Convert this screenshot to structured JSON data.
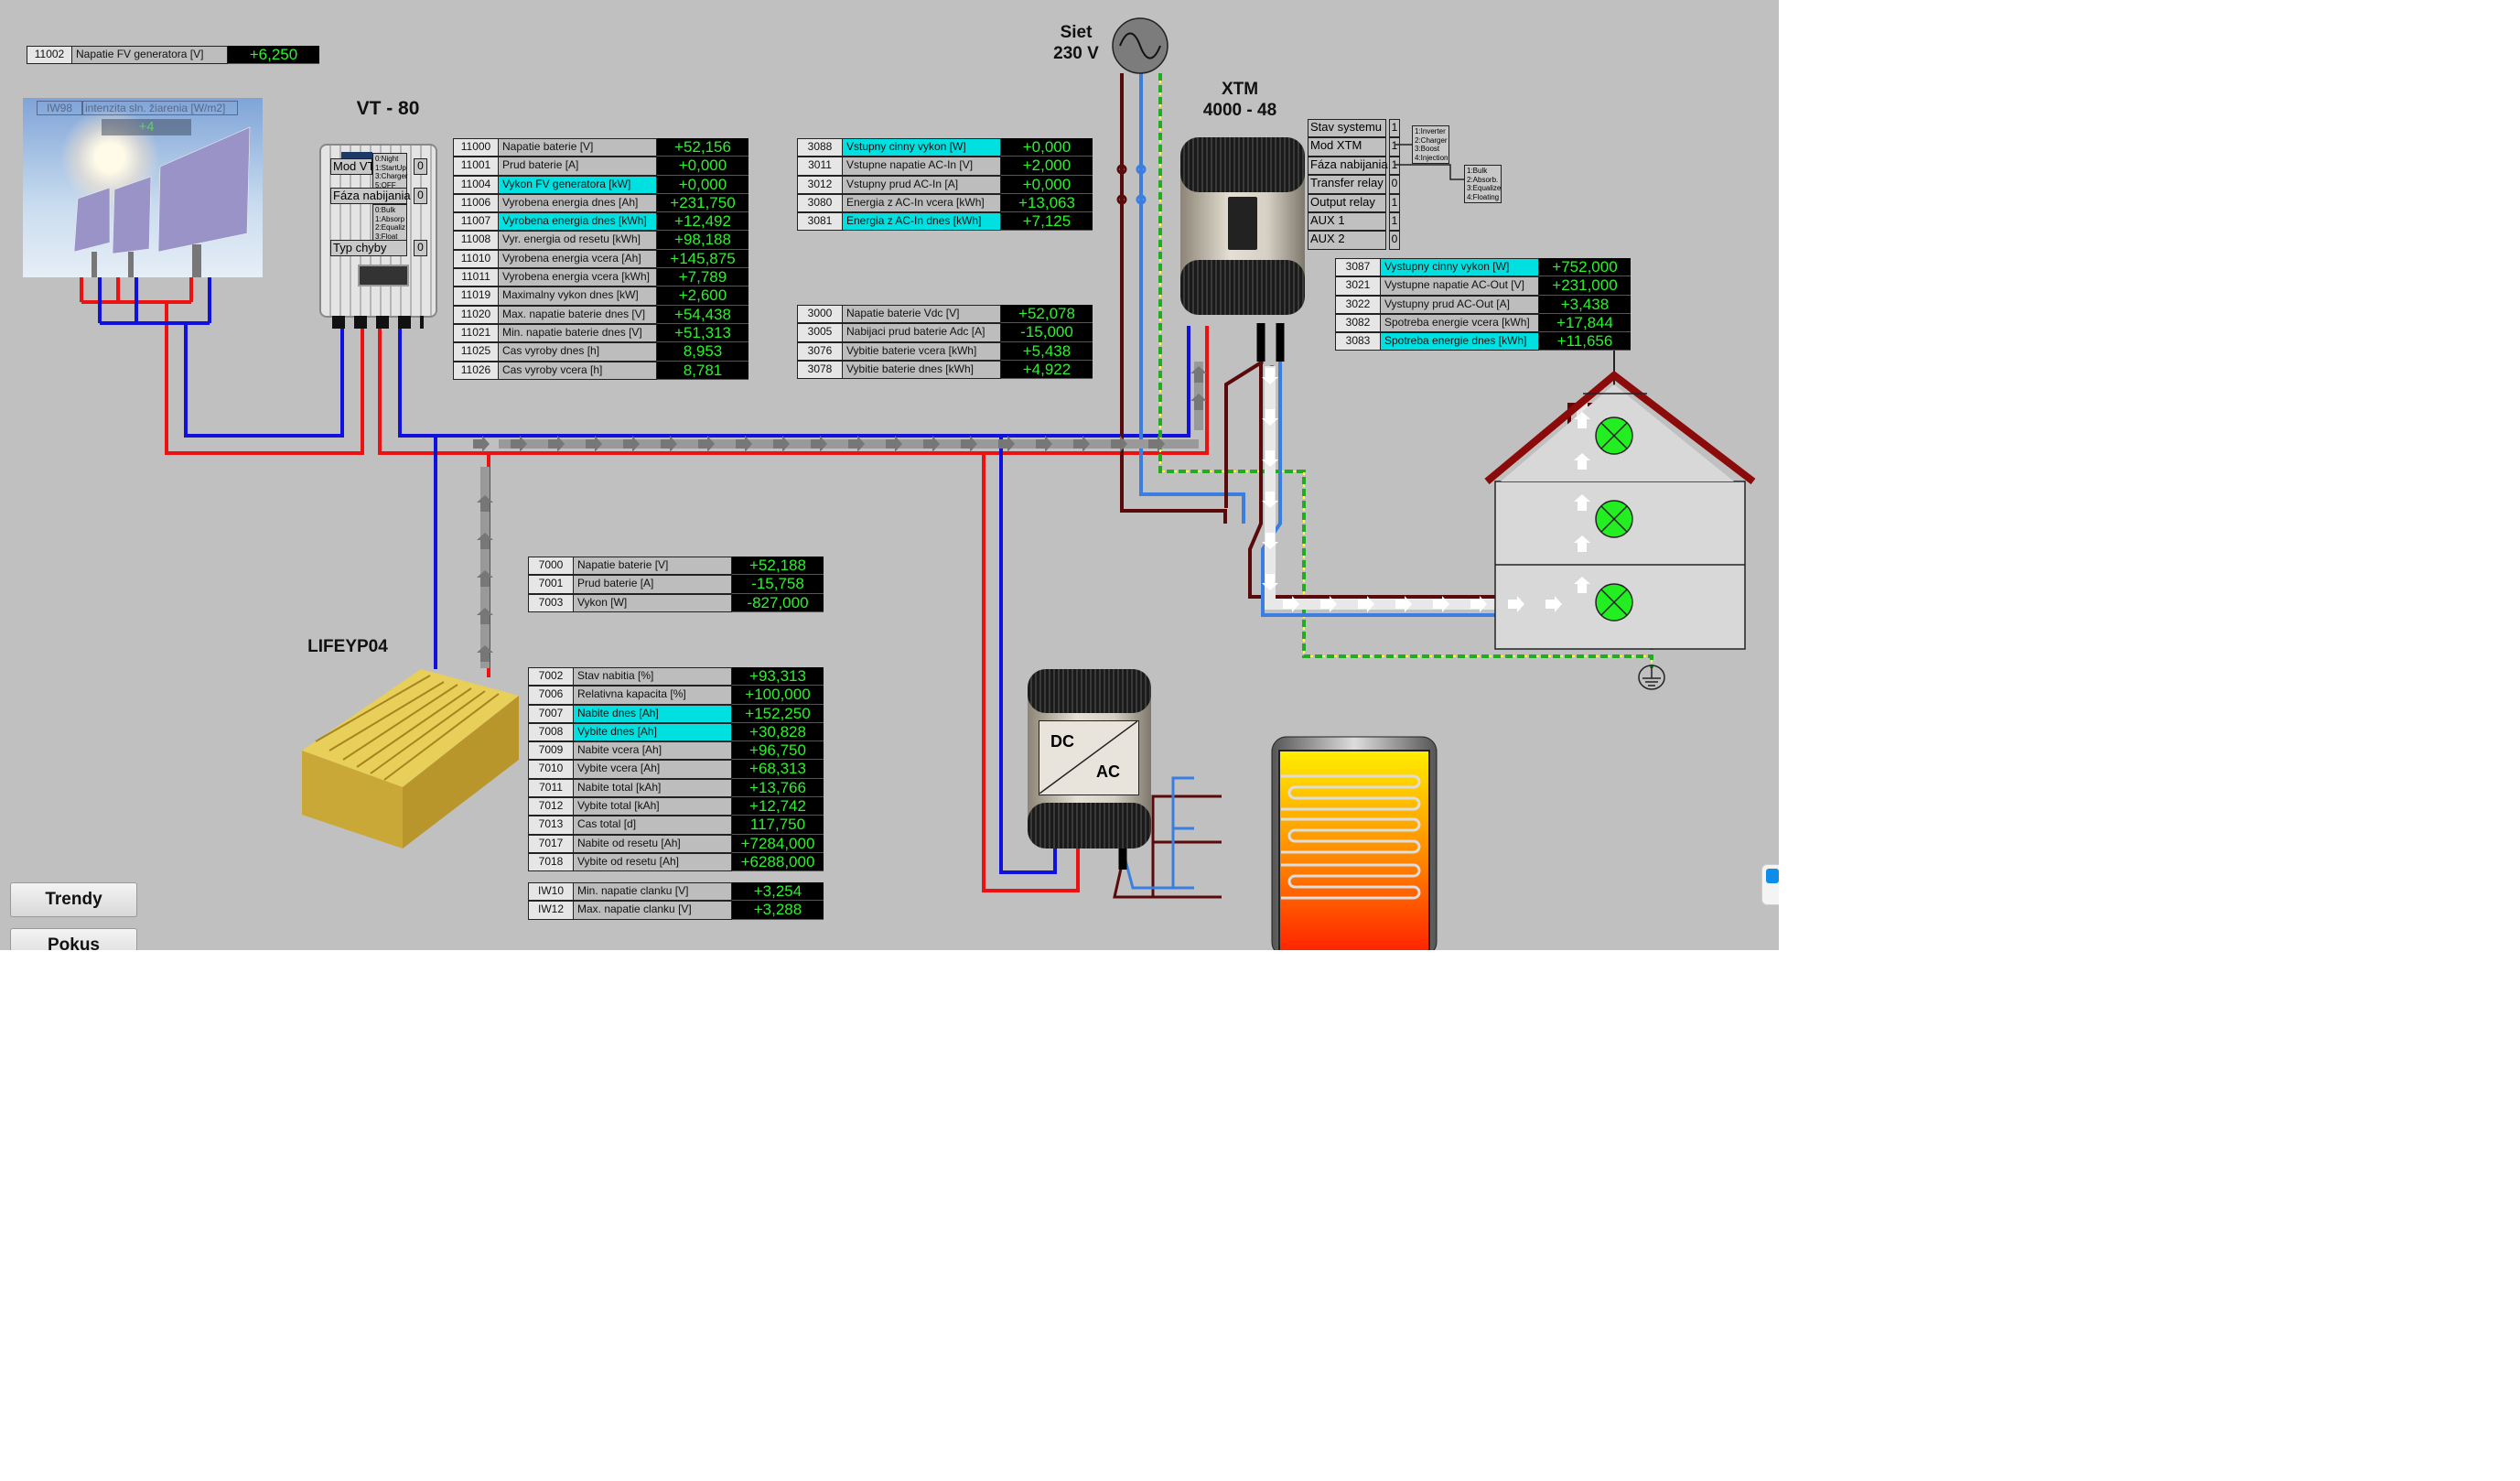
{
  "pv_voltage": {
    "id": "11002",
    "label": "Napatie FV generatora [V]",
    "value": "+6,250"
  },
  "irradiance": {
    "id": "IW98",
    "label": "intenzita sln. žiarenia [W/m2]",
    "value": "+4"
  },
  "vt": {
    "title": "VT - 80",
    "mode_label": "Mod  VT",
    "mode_value": "0",
    "mode_legend": [
      "0:Night",
      "1:StartUp",
      "3:Charger",
      "5:OFF"
    ],
    "phase_label": "Fáza nabijania",
    "phase_value": "0",
    "phase_legend": [
      "0:Bulk",
      "1:Absorp",
      "2:Equaliz",
      "3:Float"
    ],
    "error_label": "Typ chyby",
    "error_value": "0"
  },
  "vt_table": [
    {
      "id": "11000",
      "label": "Napatie baterie [V]",
      "value": "+52,156"
    },
    {
      "id": "11001",
      "label": "Prud baterie [A]",
      "value": "+0,000"
    },
    {
      "id": "11004",
      "label": "Vykon FV generatora [kW]",
      "value": "+0,000",
      "hl": true
    },
    {
      "id": "11006",
      "label": "Vyrobena energia dnes [Ah]",
      "value": "+231,750"
    },
    {
      "id": "11007",
      "label": "Vyrobena energia dnes [kWh]",
      "value": "+12,492",
      "hl": true
    },
    {
      "id": "11008",
      "label": "Vyr. energia od resetu [kWh]",
      "value": "+98,188"
    },
    {
      "id": "11010",
      "label": "Vyrobena energia vcera [Ah]",
      "value": "+145,875"
    },
    {
      "id": "11011",
      "label": "Vyrobena energia vcera [kWh]",
      "value": "+7,789"
    },
    {
      "id": "11019",
      "label": "Maximalny vykon dnes [kW]",
      "value": "+2,600"
    },
    {
      "id": "11020",
      "label": "Max. napatie baterie dnes [V]",
      "value": "+54,438"
    },
    {
      "id": "11021",
      "label": "Min. napatie baterie dnes [V]",
      "value": "+51,313"
    },
    {
      "id": "11025",
      "label": "Cas vyroby dnes [h]",
      "value": "8,953"
    },
    {
      "id": "11026",
      "label": "Cas vyroby vcera [h]",
      "value": "8,781"
    }
  ],
  "acin_table": [
    {
      "id": "3088",
      "label": "Vstupny cinny vykon [W]",
      "value": "+0,000",
      "hl": true
    },
    {
      "id": "3011",
      "label": "Vstupne napatie AC-In [V]",
      "value": "+2,000"
    },
    {
      "id": "3012",
      "label": "Vstupny prud AC-In [A]",
      "value": "+0,000"
    },
    {
      "id": "3080",
      "label": "Energia z AC-In vcera [kWh]",
      "value": "+13,063"
    },
    {
      "id": "3081",
      "label": "Energia z AC-In dnes [kWh]",
      "value": "+7,125",
      "hl": true
    }
  ],
  "xtm_batt_table": [
    {
      "id": "3000",
      "label": "Napatie baterie Vdc [V]",
      "value": "+52,078"
    },
    {
      "id": "3005",
      "label": "Nabijaci prud baterie Adc [A]",
      "value": "-15,000"
    },
    {
      "id": "3076",
      "label": "Vybitie baterie vcera [kWh]",
      "value": "+5,438"
    },
    {
      "id": "3078",
      "label": "Vybitie baterie dnes [kWh]",
      "value": "+4,922"
    }
  ],
  "grid": {
    "title": "Siet",
    "voltage": "230 V"
  },
  "xtm": {
    "title": "XTM",
    "model": "4000 - 48",
    "status": [
      {
        "label": "Stav systemu",
        "value": "1"
      },
      {
        "label": "Mod  XTM",
        "value": "1"
      },
      {
        "label": "Fáza nabijania",
        "value": "1"
      },
      {
        "label": "Transfer relay",
        "value": "0"
      },
      {
        "label": "Output relay",
        "value": "1"
      },
      {
        "label": "AUX 1",
        "value": "1"
      },
      {
        "label": "AUX 2",
        "value": "0"
      }
    ],
    "mode_legend": [
      "1:Inverter",
      "2:Charger",
      "3:Boost",
      "4:Injection"
    ],
    "phase_legend": [
      "1:Bulk",
      "2:Absorb.",
      "3:Equalize",
      "4:Floating"
    ]
  },
  "acout_table": [
    {
      "id": "3087",
      "label": "Vystupny cinny vykon [W]",
      "value": "+752,000",
      "hl": true
    },
    {
      "id": "3021",
      "label": "Vystupne napatie AC-Out [V]",
      "value": "+231,000"
    },
    {
      "id": "3022",
      "label": "Vystupny prud AC-Out [A]",
      "value": "+3,438"
    },
    {
      "id": "3082",
      "label": "Spotreba energie vcera [kWh]",
      "value": "+17,844"
    },
    {
      "id": "3083",
      "label": "Spotreba energie dnes [kWh]",
      "value": "+11,656",
      "hl": true
    }
  ],
  "battery": {
    "title": "LIFEYP04"
  },
  "bat_table1": [
    {
      "id": "7000",
      "label": "Napatie baterie [V]",
      "value": "+52,188"
    },
    {
      "id": "7001",
      "label": "Prud baterie [A]",
      "value": "-15,758"
    },
    {
      "id": "7003",
      "label": "Vykon [W]",
      "value": "-827,000"
    }
  ],
  "bat_table2": [
    {
      "id": "7002",
      "label": "Stav nabitia [%]",
      "value": "+93,313"
    },
    {
      "id": "7006",
      "label": "Relativna kapacita [%]",
      "value": "+100,000"
    },
    {
      "id": "7007",
      "label": "Nabite dnes [Ah]",
      "value": "+152,250",
      "hl": true
    },
    {
      "id": "7008",
      "label": "Vybite dnes [Ah]",
      "value": "+30,828",
      "hl": true
    },
    {
      "id": "7009",
      "label": "Nabite vcera [Ah]",
      "value": "+96,750"
    },
    {
      "id": "7010",
      "label": "Vybite vcera [Ah]",
      "value": "+68,313"
    },
    {
      "id": "7011",
      "label": "Nabite total [kAh]",
      "value": "+13,766"
    },
    {
      "id": "7012",
      "label": "Vybite total [kAh]",
      "value": "+12,742"
    },
    {
      "id": "7013",
      "label": "Cas total [d]",
      "value": "117,750"
    },
    {
      "id": "7017",
      "label": "Nabite od resetu [Ah]",
      "value": "+7284,000"
    },
    {
      "id": "7018",
      "label": "Vybite od resetu [Ah]",
      "value": "+6288,000"
    }
  ],
  "cell_table": [
    {
      "id": "IW10",
      "label": "Min. napatie clanku [V]",
      "value": "+3,254"
    },
    {
      "id": "IW12",
      "label": "Max. napatie clanku [V]",
      "value": "+3,288"
    }
  ],
  "dcac": {
    "dc": "DC",
    "ac": "AC"
  },
  "buttons": {
    "trends": "Trendy",
    "test": "Pokus"
  },
  "colors": {
    "positive": "#ee1111",
    "negative": "#1111dd",
    "phase": "#5a0a0a",
    "neutral": "#3a7fe0",
    "earth": "#22aa22",
    "value_text": "#2ef02e",
    "highlight": "#00e0e0"
  }
}
